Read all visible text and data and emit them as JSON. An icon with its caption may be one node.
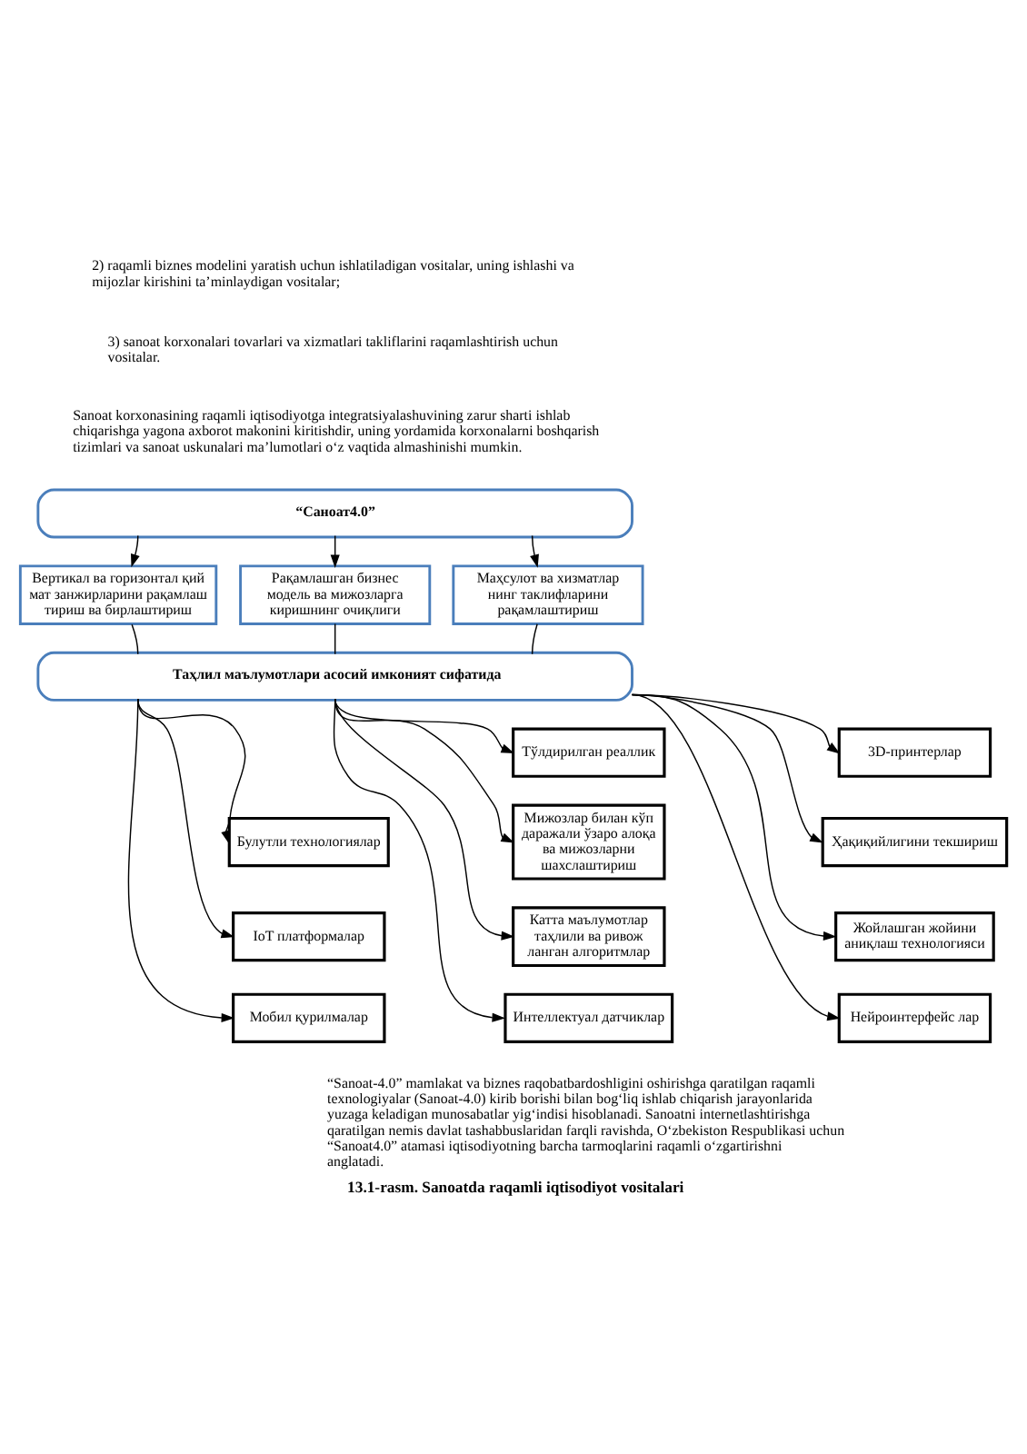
{
  "diagram": {
    "caption": "13.1-rasm. Sanoatda raqamli iqtisodiyot vositalari",
    "nodes": [
      {
        "text": [
          "“Саноат4.0”"
        ]
      },
      {
        "text": [
          "Вертикал ва горизонтал қий мат занжирларини рақамлаш тириш ва бирлаштириш"
        ]
      },
      {
        "text": [
          "Рақамлашган бизнес модель ва мижозларга киришнинг очиқлиги"
        ]
      },
      {
        "text": [
          "Маҳсулот ва хизматлар нинг таклифларини рақамлаштириш"
        ]
      },
      {
        "text": [
          "Таҳлил маълумотлари асосий имконият сифатида"
        ]
      },
      {
        "text": [
          "Булутли технологиялар"
        ]
      },
      {
        "text": [
          "IoT платформалар"
        ]
      },
      {
        "text": [
          "Мобил қурилмалар"
        ]
      },
      {
        "text": [
          "Тўлдирилган реаллик"
        ]
      },
      {
        "text": [
          "Мижозлар билан кўп даражали ўзаро алоқа ва мижозларни шахслаштириш"
        ]
      },
      {
        "text": [
          "Катта маълумотлар таҳлили ва ривож ланган алгоритмлар"
        ]
      },
      {
        "text": [
          "Интеллектуал датчиклар"
        ]
      },
      {
        "text": [
          "3D-принтерлар"
        ]
      },
      {
        "text": [
          "Ҳақиқийлигини текшириш"
        ]
      },
      {
        "text": [
          "Жойлашган жойини аниқлаш технологияси"
        ]
      },
      {
        "text": [
          "Нейроинтерфейс лар"
        ]
      }
    ],
    "edges": [
      {
        "from": 0,
        "to": 1,
        "arrow": "to"
      },
      {
        "from": 0,
        "to": 2,
        "arrow": "to"
      },
      {
        "from": 0,
        "to": 3,
        "arrow": "to"
      },
      {
        "from": 1,
        "to": 4,
        "arrow": "none"
      },
      {
        "from": 2,
        "to": 4,
        "arrow": "none"
      },
      {
        "from": 3,
        "to": 4,
        "arrow": "none"
      },
      {
        "from": 4,
        "to": 7,
        "arrow": "to"
      },
      {
        "from": 4,
        "to": 6,
        "arrow": "to"
      },
      {
        "from": 4,
        "to": 5,
        "arrow": "to"
      },
      {
        "from": 4,
        "to": 11,
        "arrow": "to"
      },
      {
        "from": 4,
        "to": 10,
        "arrow": "to"
      },
      {
        "from": 4,
        "to": 9,
        "arrow": "to"
      },
      {
        "from": 4,
        "to": 8,
        "arrow": "to"
      },
      {
        "from": 4,
        "to": 15,
        "arrow": "to"
      },
      {
        "from": 4,
        "to": 14,
        "arrow": "to"
      },
      {
        "from": 4,
        "to": 13,
        "arrow": "to"
      },
      {
        "from": 4,
        "to": 12,
        "arrow": "to"
      }
    ],
    "labels": [
      "2) raqamli biznes modelini yaratish uchun ishlatiladigan vositalar, uning ishlashi va mijozlar kirishini ta’minlaydigan vositalar;",
      "3) sanoat korxonalari tovarlari va xizmatlari takliflarini raqamlashtirish uchun vositalar.",
      "Sanoat korxonasining raqamli iqtisodiyotga integratsiyalashuvining zarur sharti ishlab chiqarishga yagona axborot makonini kiritishdir, uning yordamida korxonalarni boshqarish tizimlari va sanoat uskunalari ma’lumotlari o‘z vaqtida almashinishi mumkin.",
      "“Sanoat-4.0” mamlakat va biznes raqobatbardoshligini oshirishga qaratilgan raqamli texnologiyalar (Sanoat-4.0) kirib borishi bilan bog‘liq ishlab chiqarish jarayonlarida yuzaga keladigan munosabatlar yig‘indisi hisoblanadi. Sanoatni internetlashtirishga qaratilgan nemis davlat tashabbuslaridan farqli ravishda, O‘zbekiston Respublikasi uchun “Sanoat4.0” atamasi iqtisodiyotning barcha tarmoqlarini raqamli o‘zgartirishni anglatadi."
    ]
  }
}
